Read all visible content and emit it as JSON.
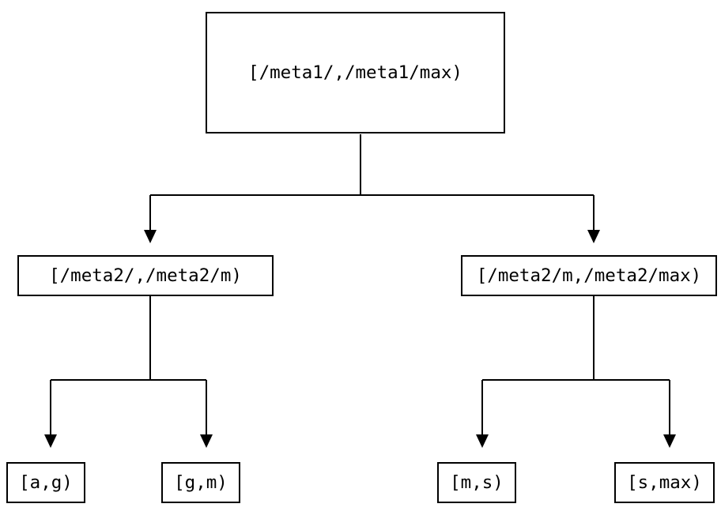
{
  "diagram": {
    "type": "tree",
    "nodes": {
      "root": {
        "label": "[/meta1/,/meta1/max)"
      },
      "left": {
        "label": "[/meta2/,/meta2/m)"
      },
      "right": {
        "label": "[/meta2/m,/meta2/max)"
      },
      "leaf_ag": {
        "label": "[a,g)"
      },
      "leaf_gm": {
        "label": "[g,m)"
      },
      "leaf_ms": {
        "label": "[m,s)"
      },
      "leaf_smax": {
        "label": "[s,max)"
      }
    },
    "edges": [
      {
        "from": "root",
        "to": "left"
      },
      {
        "from": "root",
        "to": "right"
      },
      {
        "from": "left",
        "to": "leaf_ag"
      },
      {
        "from": "left",
        "to": "leaf_gm"
      },
      {
        "from": "right",
        "to": "leaf_ms"
      },
      {
        "from": "right",
        "to": "leaf_smax"
      }
    ],
    "colors": {
      "line": "#000000",
      "text": "#000000",
      "background": "#ffffff",
      "node_border": "#000000"
    }
  }
}
